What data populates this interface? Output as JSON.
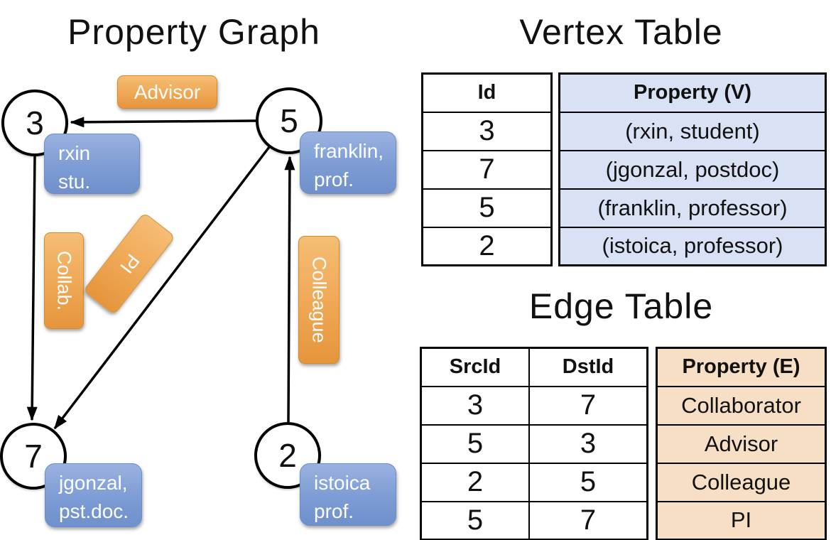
{
  "palette": {
    "edge_label_orange": "#efa754",
    "vertex_label_blue": "#7d9cd5",
    "vertex_table_fill": "#d9e2f4",
    "edge_table_fill": "#f6dfc4",
    "line_color": "#000000"
  },
  "graph": {
    "title": "Property Graph",
    "nodes": {
      "v3": {
        "id": "3",
        "label_line1": "rxin",
        "label_line2": "stu."
      },
      "v5": {
        "id": "5",
        "label_line1": "franklin,",
        "label_line2": "prof."
      },
      "v7": {
        "id": "7",
        "label_line1": "jgonzal,",
        "label_line2": "pst.doc."
      },
      "v2": {
        "id": "2",
        "label_line1": "istoica",
        "label_line2": "prof."
      }
    },
    "edge_labels": {
      "advisor": "Advisor",
      "collab": "Collab.",
      "pi": "PI",
      "colleague": "Colleague"
    }
  },
  "vertex_table": {
    "title": "Vertex Table",
    "headers": {
      "id": "Id",
      "property": "Property (V)"
    },
    "rows": [
      {
        "id": "3",
        "property": "(rxin, student)"
      },
      {
        "id": "7",
        "property": "(jgonzal, postdoc)"
      },
      {
        "id": "5",
        "property": "(franklin, professor)"
      },
      {
        "id": "2",
        "property": "(istoica, professor)"
      }
    ]
  },
  "edge_table": {
    "title": "Edge Table",
    "headers": {
      "src": "SrcId",
      "dst": "DstId",
      "property": "Property (E)"
    },
    "rows": [
      {
        "src": "3",
        "dst": "7",
        "property": "Collaborator"
      },
      {
        "src": "5",
        "dst": "3",
        "property": "Advisor"
      },
      {
        "src": "2",
        "dst": "5",
        "property": "Colleague"
      },
      {
        "src": "5",
        "dst": "7",
        "property": "PI"
      }
    ]
  }
}
